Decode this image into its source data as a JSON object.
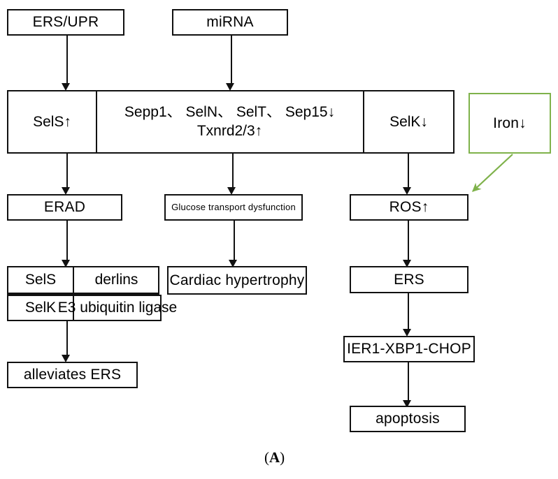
{
  "figure": {
    "caption": "(A)",
    "caption_paren_open": "(",
    "caption_letter": "A",
    "caption_paren_close": ")",
    "accent_green": "#7FB24B",
    "line_black": "#111111"
  },
  "nodes": {
    "ers_upr": {
      "label": "ERS/UPR"
    },
    "mirna": {
      "label": "miRNA"
    },
    "sels_up": {
      "label": "SelS↑"
    },
    "selenoproteins": {
      "line1": "Sepp1、 SelN、  SelT、 Sep15↓",
      "line2": "Txnrd2/3↑"
    },
    "selk_down": {
      "label": "SelK↓"
    },
    "iron_down": {
      "label": "Iron↓"
    },
    "erad": {
      "label": "ERAD"
    },
    "glucose": {
      "label": "Glucose transport dysfunction"
    },
    "ros_up": {
      "label": "ROS↑"
    },
    "complex_table": {
      "r1c1": "SelS",
      "r1c2": "derlins",
      "r2c1": "SelK",
      "r2c2": "E3 ubiquitin ligase"
    },
    "cardiac": {
      "label": "Cardiac hypertrophy"
    },
    "ers": {
      "label": "ERS"
    },
    "ier1": {
      "label": "IER1-XBP1-CHOP"
    },
    "apoptosis": {
      "label": "apoptosis"
    },
    "alleviates": {
      "label": "alleviates ERS"
    }
  },
  "edges": [
    {
      "id": "ers-upr-to-sels",
      "from": "ers_upr",
      "to": "sels_up",
      "style": "solid-black-arrow"
    },
    {
      "id": "mirna-to-selenoproteins",
      "from": "mirna",
      "to": "selenoproteins",
      "style": "solid-black-arrow"
    },
    {
      "id": "sels-to-erad",
      "from": "sels_up",
      "to": "erad",
      "style": "solid-black-arrow"
    },
    {
      "id": "selenoproteins-to-glucose",
      "from": "selenoproteins",
      "to": "glucose",
      "style": "solid-black-arrow"
    },
    {
      "id": "selk-to-ros",
      "from": "selk_down",
      "to": "ros_up",
      "style": "solid-black-arrow"
    },
    {
      "id": "iron-to-ros",
      "from": "iron_down",
      "to": "ros_up",
      "style": "diagonal-green-arrow"
    },
    {
      "id": "erad-to-complex",
      "from": "erad",
      "to": "complex_table",
      "style": "solid-black-arrow"
    },
    {
      "id": "glucose-to-cardiac",
      "from": "glucose",
      "to": "cardiac",
      "style": "solid-black-arrow"
    },
    {
      "id": "ros-to-ers",
      "from": "ros_up",
      "to": "ers",
      "style": "solid-black-arrow"
    },
    {
      "id": "complex-to-alleviates",
      "from": "complex_table",
      "to": "alleviates",
      "style": "solid-black-arrow"
    },
    {
      "id": "ers-to-ier1",
      "from": "ers",
      "to": "ier1",
      "style": "solid-black-arrow"
    },
    {
      "id": "ier1-to-apoptosis",
      "from": "ier1",
      "to": "apoptosis",
      "style": "solid-black-arrow"
    }
  ]
}
